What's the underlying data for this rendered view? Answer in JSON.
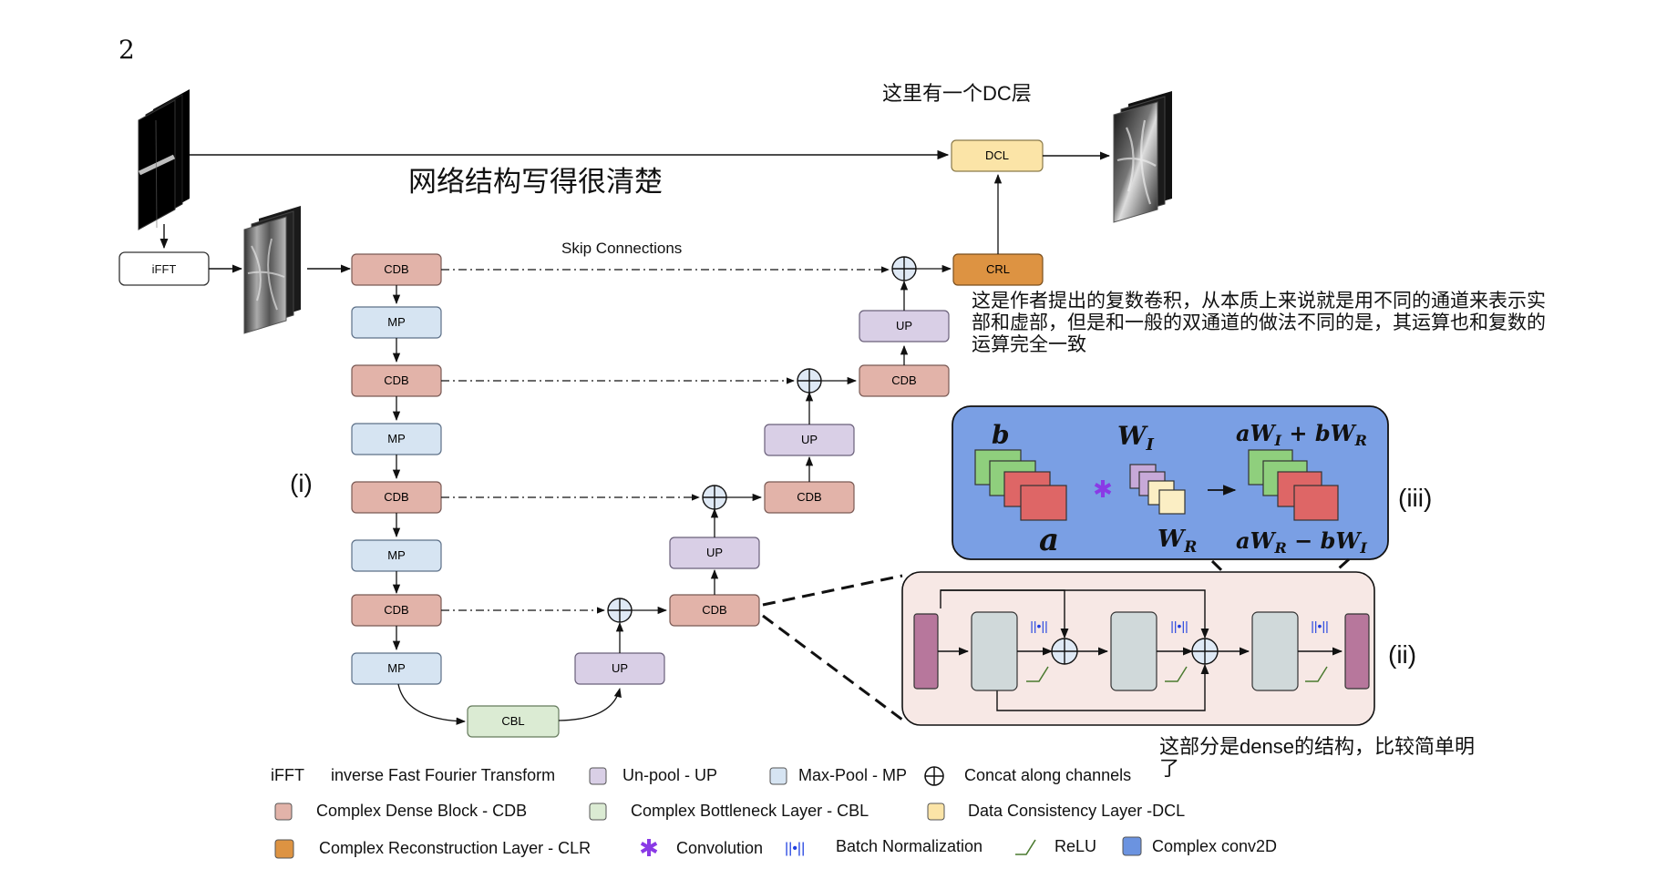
{
  "page_number": "2",
  "annotations": {
    "dc_note": "这里有一个DC层",
    "structure_note": "网络结构写得很清楚",
    "complex_conv_note": [
      "这是作者提出的复数卷积，从本质上来说就是用不同的通道来表示实",
      "部和虚部，但是和一般的双通道的做法不同的是，其运算也和复数的",
      "运算完全一致"
    ],
    "dense_note": [
      "这部分是dense的结构，比较简单明",
      "了"
    ]
  },
  "diagram": {
    "ifft": "iFFT",
    "skip_connections": "Skip Connections",
    "dcl": "DCL",
    "crl": "CRL",
    "cdb": "CDB",
    "mp": "MP",
    "up": "UP",
    "cbl": "CBL",
    "panel_i": "(i)",
    "panel_ii": "(ii)",
    "panel_iii": "(iii)",
    "bn_symbol": "||•||"
  },
  "conv_panel": {
    "b": "b",
    "a": "a",
    "wi": "W_I",
    "wr": "W_R",
    "out_top": "aW_I + bW_R",
    "out_bottom": "aW_R − bW_I"
  },
  "legend": [
    {
      "symbol": "iFFT",
      "label": "inverse Fast Fourier Transform"
    },
    {
      "symbol": "box",
      "color": "#d9cfe6",
      "label": "Un-pool  - UP"
    },
    {
      "symbol": "box",
      "color": "#d6e4f2",
      "label": "Max-Pool - MP"
    },
    {
      "symbol": "oplus",
      "label": "Concat  along  channels"
    },
    {
      "symbol": "box",
      "color": "#e2b3a9",
      "label": "Complex Dense Block - CDB"
    },
    {
      "symbol": "box",
      "color": "#dbebd3",
      "label": "Complex Bottleneck  Layer - CBL"
    },
    {
      "symbol": "box",
      "color": "#fbe4a7",
      "label": "Data Consistency  Layer -DCL"
    },
    {
      "symbol": "box",
      "color": "#dd9342",
      "label": "Complex Reconstruction  Layer - CLR"
    },
    {
      "symbol": "star",
      "label": "Convolution"
    },
    {
      "symbol": "bn",
      "label": "Batch Normalization"
    },
    {
      "symbol": "relu",
      "label": "ReLU"
    },
    {
      "symbol": "box",
      "color": "#6b93e0",
      "label": "Complex conv2D"
    }
  ],
  "colors": {
    "cdb": "#e2b3a9",
    "mp": "#d6e4f2",
    "up": "#d9cfe6",
    "cbl": "#dbebd3",
    "dcl": "#fbe4a7",
    "crl": "#dd9342",
    "conv_panel_bg": "#7a9fe4",
    "dense_panel_bg": "#f7e8e5",
    "purple_layer": "#b7779c",
    "gray_layer": "#d0d9da",
    "bn_blue": "#1f3fe0",
    "relu_green": "#4a7a2f",
    "star": "#8a3ae6"
  }
}
